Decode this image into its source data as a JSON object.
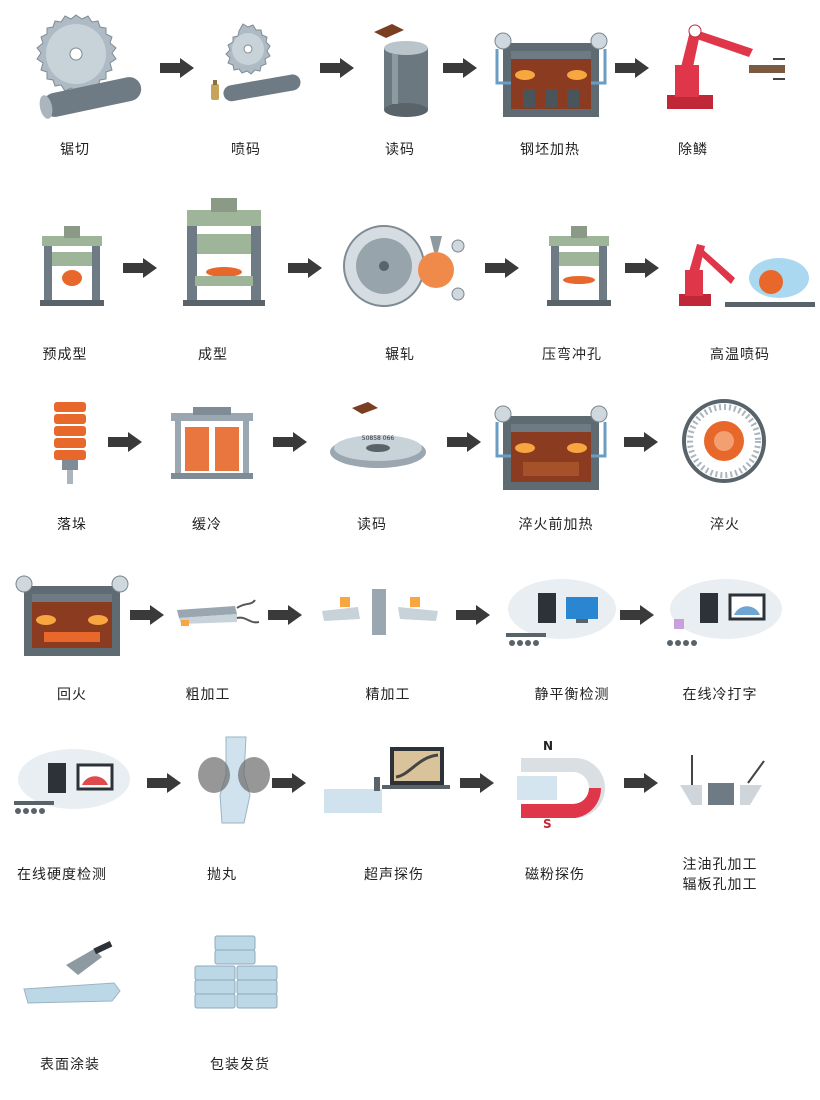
{
  "steps": [
    {
      "id": "s1",
      "label": "锯切",
      "icon": "saw-cutting-icon"
    },
    {
      "id": "s2",
      "label": "喷码",
      "icon": "spray-marking-icon"
    },
    {
      "id": "s3",
      "label": "读码",
      "icon": "code-reader-icon"
    },
    {
      "id": "s4",
      "label": "钢坯加热",
      "icon": "furnace-icon"
    },
    {
      "id": "s5",
      "label": "除鳞",
      "icon": "descaling-robot-icon"
    },
    {
      "id": "s6",
      "label": "预成型",
      "icon": "press-icon"
    },
    {
      "id": "s7",
      "label": "成型",
      "icon": "large-press-icon"
    },
    {
      "id": "s8",
      "label": "辗轧",
      "icon": "rolling-mill-icon"
    },
    {
      "id": "s9",
      "label": "压弯冲孔",
      "icon": "press-icon"
    },
    {
      "id": "s10",
      "label": "高温喷码",
      "icon": "robot-marking-icon"
    },
    {
      "id": "s11",
      "label": "落垛",
      "icon": "wheel-stack-icon"
    },
    {
      "id": "s12",
      "label": "缓冷",
      "icon": "slow-cooling-pit-icon"
    },
    {
      "id": "s13",
      "label": "读码",
      "icon": "wheel-code-reader-icon"
    },
    {
      "id": "s14",
      "label": "淬火前加热",
      "icon": "furnace-icon"
    },
    {
      "id": "s15",
      "label": "淬火",
      "icon": "quench-ring-icon"
    },
    {
      "id": "s16",
      "label": "回火",
      "icon": "tempering-furnace-icon"
    },
    {
      "id": "s17",
      "label": "粗加工",
      "icon": "rough-machining-icon"
    },
    {
      "id": "s18",
      "label": "精加工",
      "icon": "finish-machining-icon"
    },
    {
      "id": "s19",
      "label": "静平衡检测",
      "icon": "computer-check-icon"
    },
    {
      "id": "s20",
      "label": "在线冷打字",
      "icon": "computer-check-icon"
    },
    {
      "id": "s21",
      "label": "在线硬度检测",
      "icon": "computer-check-icon"
    },
    {
      "id": "s22",
      "label": "抛丸",
      "icon": "shot-blasting-icon"
    },
    {
      "id": "s23",
      "label": "超声探伤",
      "icon": "ultrasonic-icon"
    },
    {
      "id": "s24",
      "label": "磁粉探伤",
      "icon": "magnet-icon",
      "magnet_n": "N",
      "magnet_s": "S"
    },
    {
      "id": "s25",
      "label": "注油孔加工",
      "label2": "辐板孔加工",
      "icon": "drilling-icon"
    },
    {
      "id": "s26",
      "label": "表面涂装",
      "icon": "brush-coating-icon"
    },
    {
      "id": "s27",
      "label": "包装发货",
      "icon": "packed-wheels-icon"
    }
  ],
  "wheel_code": "50858 066",
  "colors": {
    "arrow": "#3a3a3a",
    "steel": "#9aa7b1",
    "blue_steel": "#bcd7e6",
    "hot": "#e8672a",
    "furnace": "#8b3b1f",
    "robot": "#e0364a",
    "press_green": "#9fb59a"
  }
}
